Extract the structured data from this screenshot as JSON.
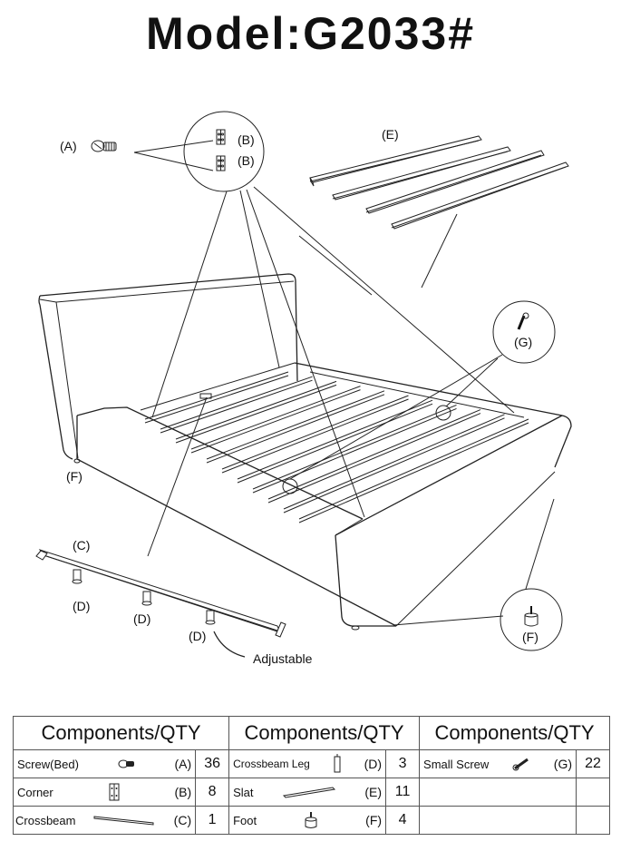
{
  "title": "Model:G2033#",
  "diagram": {
    "labels": {
      "screw_a": "(A)",
      "corner_b1": "(B)",
      "corner_b2": "(B)",
      "slat_e": "(E)",
      "small_screw_g": "(G)",
      "foot_f_left": "(F)",
      "foot_f_circle": "(F)",
      "crossbeam_c": "(C)",
      "leg_d1": "(D)",
      "leg_d2": "(D)",
      "leg_d3": "(D)",
      "adjustable": "Adjustable"
    }
  },
  "table": {
    "header": "Components/QTY",
    "columns": [
      {
        "rows": [
          {
            "name": "Screw(Bed)",
            "icon": "screw-icon",
            "code": "(A)",
            "qty": "36"
          },
          {
            "name": "Corner",
            "icon": "corner-bracket-icon",
            "code": "(B)",
            "qty": "8"
          },
          {
            "name": "Crossbeam",
            "icon": "crossbeam-icon",
            "code": "(C)",
            "qty": "1"
          }
        ]
      },
      {
        "rows": [
          {
            "name": "Crossbeam Leg",
            "icon": "crossbeam-leg-icon",
            "code": "(D)",
            "qty": "3"
          },
          {
            "name": "Slat",
            "icon": "slat-icon",
            "code": "(E)",
            "qty": "11"
          },
          {
            "name": "Foot",
            "icon": "foot-icon",
            "code": "(F)",
            "qty": "4"
          }
        ]
      },
      {
        "rows": [
          {
            "name": "Small Screw",
            "icon": "small-screw-icon",
            "code": "(G)",
            "qty": "22"
          },
          {
            "name": "",
            "icon": "",
            "code": "",
            "qty": ""
          },
          {
            "name": "",
            "icon": "",
            "code": "",
            "qty": ""
          }
        ]
      }
    ]
  }
}
